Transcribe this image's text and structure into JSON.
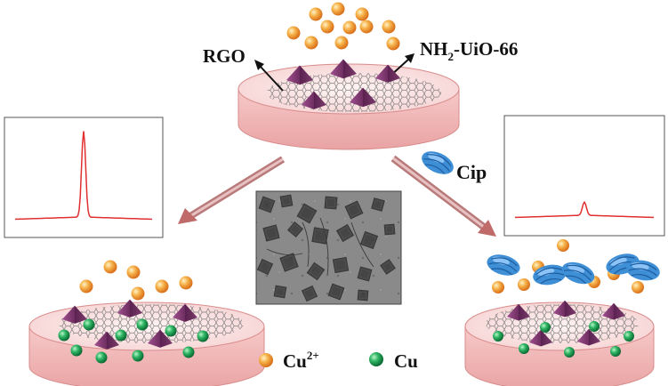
{
  "labels": {
    "rgo": "RGO",
    "mof_prefix": "NH",
    "mof_sub": "2",
    "mof_suffix": "-UiO-66",
    "cip": "Cip",
    "legend_cu2_base": "Cu",
    "legend_cu2_sup": "2+",
    "legend_cu": "Cu"
  },
  "colors": {
    "disc_side": "#f2b8b8",
    "disc_top": "#fbe3e3",
    "disc_edge": "#d98c8c",
    "graphene": "#6a6a6a",
    "mof_pyramid": "#7b3b6b",
    "cu2_ion": "#f0a040",
    "cu_atom": "#1f9a4f",
    "cip": "#3f8fd6",
    "signal_line": "#e03030",
    "arrow": "#c06a6a",
    "label_text": "#111111"
  },
  "icons": {
    "mof": "purple-pyramid",
    "cu2": "orange-sphere",
    "cu": "green-sphere",
    "cip": "blue-shell-molecule",
    "tem": "tem-micrograph"
  },
  "signals": {
    "left": {
      "baseline": 0.08,
      "peak": 1.0,
      "peak_position": 0.5
    },
    "right": {
      "baseline": 0.08,
      "peak": 0.22,
      "peak_position": 0.5
    }
  }
}
